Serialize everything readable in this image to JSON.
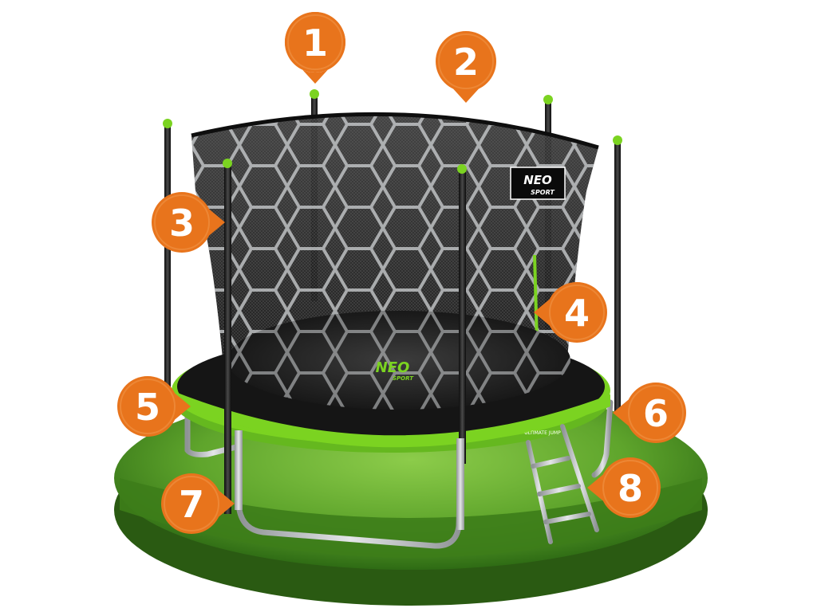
{
  "brand": {
    "logo_main": "NEO",
    "logo_sub": "SPORT",
    "mat_logo_main": "NEO",
    "mat_logo_sub": "SPORT",
    "pad_text": "ULTIMATE JUMP"
  },
  "callouts": [
    {
      "label": "1"
    },
    {
      "label": "2"
    },
    {
      "label": "3"
    },
    {
      "label": "4"
    },
    {
      "label": "5"
    },
    {
      "label": "6"
    },
    {
      "label": "7"
    },
    {
      "label": "8"
    }
  ],
  "colors": {
    "callout": "#e8741c",
    "callout_dark": "#c85a10",
    "accent_green": "#7bd321",
    "net": "#1a1a1a",
    "frame": "#b9bcbf",
    "grass_dark": "#2e6b14",
    "grass_light": "#6fb536"
  }
}
